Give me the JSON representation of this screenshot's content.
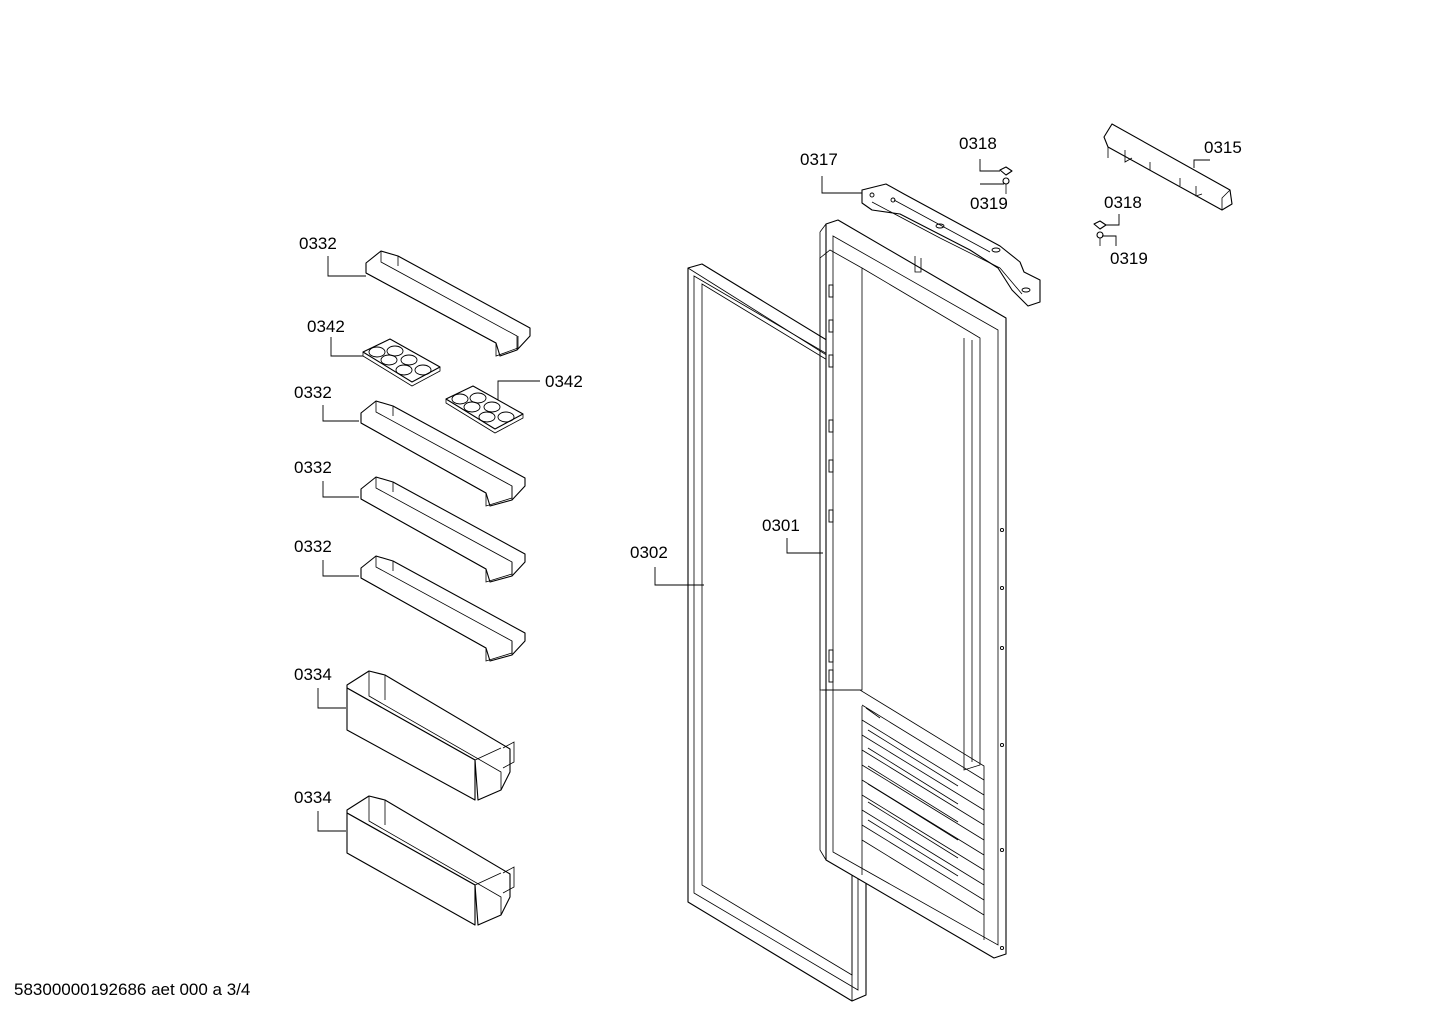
{
  "document_id": "58300000192686 aet 000 a 3/4",
  "parts": {
    "p0301": "0301",
    "p0302": "0302",
    "p0315": "0315",
    "p0317": "0317",
    "p0318": "0318",
    "p0319": "0319",
    "p0332": "0332",
    "p0334": "0334",
    "p0342": "0342"
  }
}
